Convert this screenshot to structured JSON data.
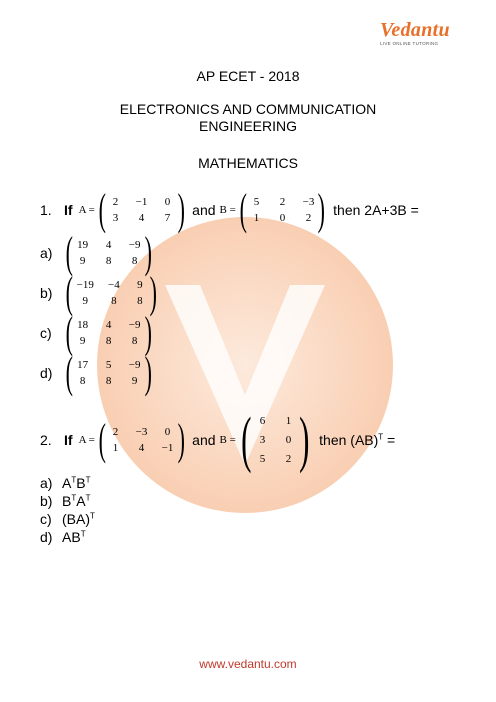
{
  "brand": {
    "name": "Vedantu",
    "tagline": "LIVE ONLINE TUTORING"
  },
  "header": {
    "exam": "AP ECET - 2018",
    "branch": "ELECTRONICS AND COMMUNICATION ENGINEERING",
    "subject": "MATHEMATICS"
  },
  "q1": {
    "num": "1.",
    "if": "If",
    "A_label": "A =",
    "A": [
      [
        "2",
        "−1",
        "0"
      ],
      [
        "3",
        "4",
        "7"
      ]
    ],
    "and": "and",
    "B_label": "B =",
    "B": [
      [
        "5",
        "2",
        "−3"
      ],
      [
        "1",
        "0",
        "2"
      ]
    ],
    "tail": "then 2A+3B ="
  },
  "q1_options": [
    {
      "key": "a)",
      "m": [
        [
          "19",
          "4",
          "−9"
        ],
        [
          "9",
          "8",
          "8"
        ]
      ]
    },
    {
      "key": "b)",
      "m": [
        [
          "−19",
          "−4",
          "9"
        ],
        [
          "9",
          "8",
          "8"
        ]
      ]
    },
    {
      "key": "c)",
      "m": [
        [
          "18",
          "4",
          "−9"
        ],
        [
          "9",
          "8",
          "8"
        ]
      ]
    },
    {
      "key": "d)",
      "m": [
        [
          "17",
          "5",
          "−9"
        ],
        [
          "8",
          "8",
          "9"
        ]
      ]
    }
  ],
  "q2": {
    "num": "2.",
    "if": "If",
    "A_label": "A =",
    "A": [
      [
        "2",
        "−3",
        "0"
      ],
      [
        "1",
        "4",
        "−1"
      ]
    ],
    "and": "and",
    "B_label": "B =",
    "B": [
      [
        "6",
        "1"
      ],
      [
        "3",
        "0"
      ],
      [
        "5",
        "2"
      ]
    ],
    "tail": "then (AB)",
    "tail_sup": "T",
    "tail_end": " ="
  },
  "q2_options": [
    {
      "key": "a)",
      "parts": [
        "A",
        "T",
        "B",
        "T"
      ]
    },
    {
      "key": "b)",
      "parts": [
        "B",
        "T",
        "A",
        "T"
      ]
    },
    {
      "key": "c)",
      "parts": [
        "(BA)",
        "T",
        "",
        ""
      ]
    },
    {
      "key": "d)",
      "parts": [
        "AB",
        "T",
        "",
        ""
      ]
    }
  ],
  "footer": {
    "url": "www.vedantu.com"
  },
  "colors": {
    "accent": "#e8702a",
    "footer": "#c0392b",
    "watermark": "#f6b98f"
  }
}
